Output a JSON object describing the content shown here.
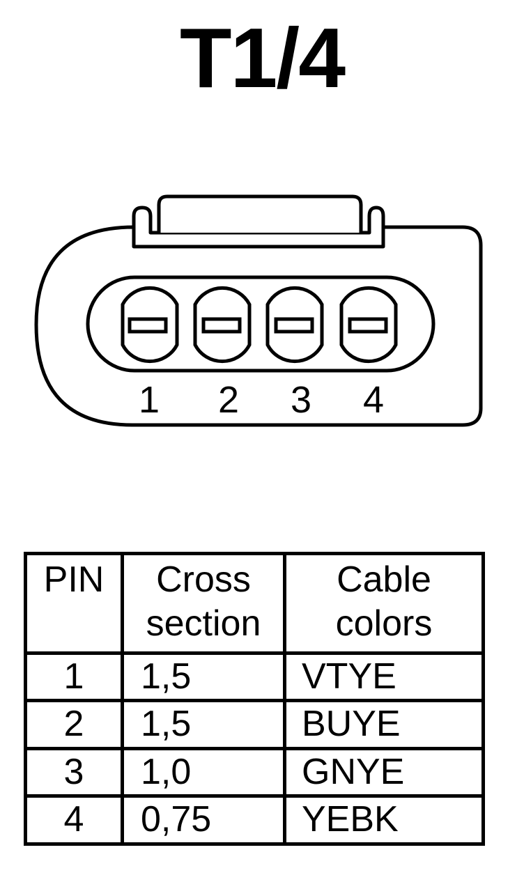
{
  "title": "T1/4",
  "connector": {
    "pins": [
      {
        "number": "1"
      },
      {
        "number": "2"
      },
      {
        "number": "3"
      },
      {
        "number": "4"
      }
    ]
  },
  "table": {
    "headers": {
      "pin": "PIN",
      "cross_line1": "Cross",
      "cross_line2": "section",
      "color_line1": "Cable",
      "color_line2": "colors"
    },
    "rows": [
      {
        "pin": "1",
        "cross_section": "1,5",
        "cable_colors": "VTYE"
      },
      {
        "pin": "2",
        "cross_section": "1,5",
        "cable_colors": "BUYE"
      },
      {
        "pin": "3",
        "cross_section": "1,0",
        "cable_colors": "GNYE"
      },
      {
        "pin": "4",
        "cross_section": "0,75",
        "cable_colors": "YEBK"
      }
    ]
  }
}
